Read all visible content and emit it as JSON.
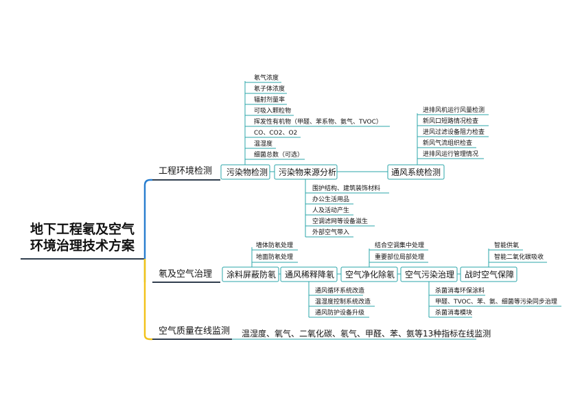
{
  "root": {
    "line1": "地下工程氡及空气",
    "line2": "环境治理技术方案"
  },
  "branches": {
    "b1": "工程环境检测",
    "b2": "氡及空气治理",
    "b3": "空气质量在线监测"
  },
  "b1": {
    "n1": "污染物检测",
    "n2": "污染物来源分析",
    "n3": "通风系统检测",
    "detection": [
      "氡气浓度",
      "氡子体浓度",
      "辐射剂量率",
      "可吸入颗粒物",
      "挥发性有机物（甲醛、苯系物、氨气、TVOC）",
      "CO、CO2、O2",
      "温湿度",
      "细菌总数（可选）"
    ],
    "sources": [
      "围护结构、建筑装饰材料",
      "办公生活用品",
      "人及活动产生",
      "空调滤网等设备滋生",
      "外部空气带入"
    ],
    "ventilation": [
      "进排风机运行风量检测",
      "新风口短路情况检查",
      "进风过滤设备阻力检查",
      "新风气流组织检查",
      "进排风运行管理情况"
    ]
  },
  "b2": {
    "n1": "涂料屏蔽防氡",
    "n2": "通风稀释降氡",
    "n3": "空气净化除氡",
    "n4": "空气污染治理",
    "n5": "战时空气保障",
    "coating": [
      "墙体防氡处理",
      "地面防氡处理"
    ],
    "dilution": [
      "通风循环系统改造",
      "温湿度控制系统改造",
      "通风防护设备升级"
    ],
    "purification": [
      "结合空调集中处理",
      "重要部位局部处理"
    ],
    "pollution": [
      "杀菌消毒环保涂料",
      "甲醛、TVOC、苯、氨、细菌等污染同步治理",
      "杀菌消毒模块"
    ],
    "wartime": [
      "智能供氧",
      "智能二氧化碳吸收"
    ]
  },
  "b3": {
    "text": "温湿度、氧气、二氧化碳、氡气、甲醛、苯、氨等13种指标在线监测"
  },
  "colors": {
    "connector": "#2aa6a8",
    "accent_blue": "#2a7fd0",
    "accent_yellow": "#f2c21b",
    "dark": "#2f3d4d"
  }
}
